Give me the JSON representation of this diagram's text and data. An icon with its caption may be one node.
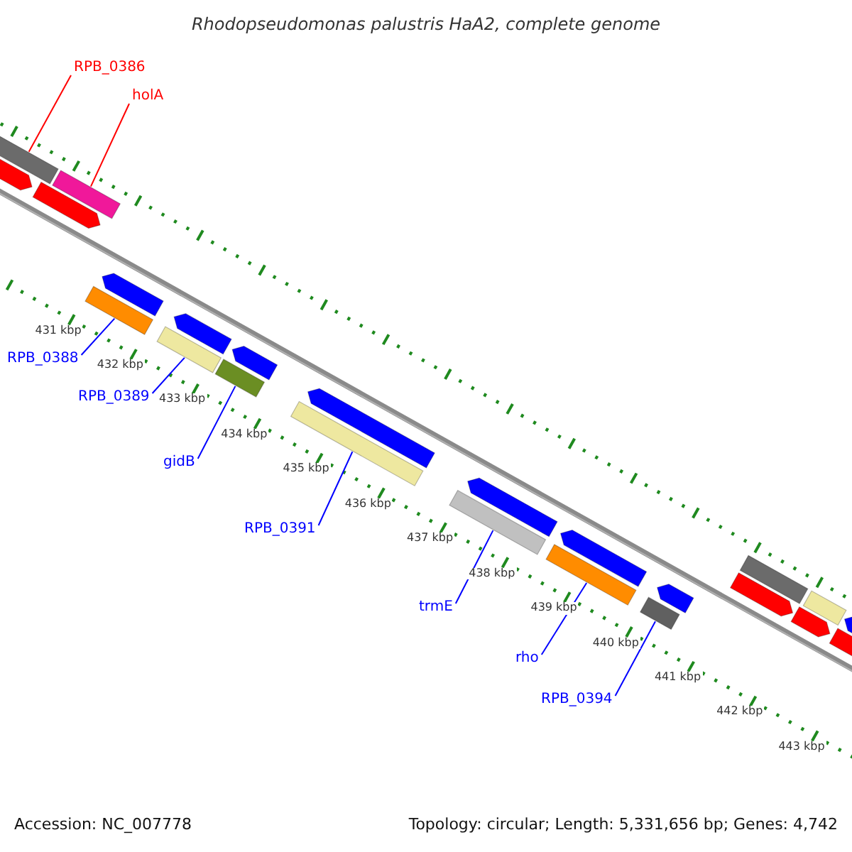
{
  "diagram": {
    "title": "Rhodopseudomonas palustris HaA2, complete genome",
    "nodes": [
      {
        "text": [
          "RPB_0386"
        ]
      },
      {
        "text": [
          "holA"
        ]
      },
      {
        "text": [],
        "shape": "bar"
      },
      {
        "text": [],
        "shape": "bar"
      },
      {
        "text": [
          "RPB_0388"
        ]
      },
      {
        "text": [],
        "shape": "bar"
      },
      {
        "text": [
          "RPB_0389"
        ]
      },
      {
        "text": [],
        "shape": "bar"
      },
      {
        "text": [
          "gidB"
        ]
      },
      {
        "text": [],
        "shape": "bar"
      },
      {
        "text": [
          "RPB_0391"
        ]
      },
      {
        "text": [],
        "shape": "bar"
      },
      {
        "text": [
          "trmE"
        ]
      },
      {
        "text": [],
        "shape": "bar"
      },
      {
        "text": [
          "rho"
        ]
      },
      {
        "text": [],
        "shape": "bar"
      },
      {
        "text": [
          "RPB_0394"
        ]
      },
      {
        "text": [],
        "shape": "bar"
      }
    ],
    "edges": [
      {
        "from": 0,
        "to": 2,
        "arrow": "none",
        "color": "#ff0000"
      },
      {
        "from": 1,
        "to": 3,
        "arrow": "none",
        "color": "#ff0000"
      },
      {
        "from": 4,
        "to": 5,
        "arrow": "none"
      },
      {
        "from": 6,
        "to": 7,
        "arrow": "none"
      },
      {
        "from": 8,
        "to": 9,
        "arrow": "none"
      },
      {
        "from": 10,
        "to": 11,
        "arrow": "none"
      },
      {
        "from": 12,
        "to": 13,
        "arrow": "none"
      },
      {
        "from": 14,
        "to": 15,
        "arrow": "none"
      },
      {
        "from": 16,
        "to": 17,
        "arrow": "none"
      }
    ],
    "labels": [
      "431 kbp",
      "432 kbp",
      "433 kbp",
      "434 kbp",
      "435 kbp",
      "436 kbp",
      "437 kbp",
      "438 kbp",
      "439 kbp",
      "440 kbp",
      "441 kbp",
      "442 kbp",
      "443 kbp",
      "Accession: NC_007778",
      "Topology: circular; Length: 5,331,656 bp; Genes: 4,742"
    ]
  }
}
